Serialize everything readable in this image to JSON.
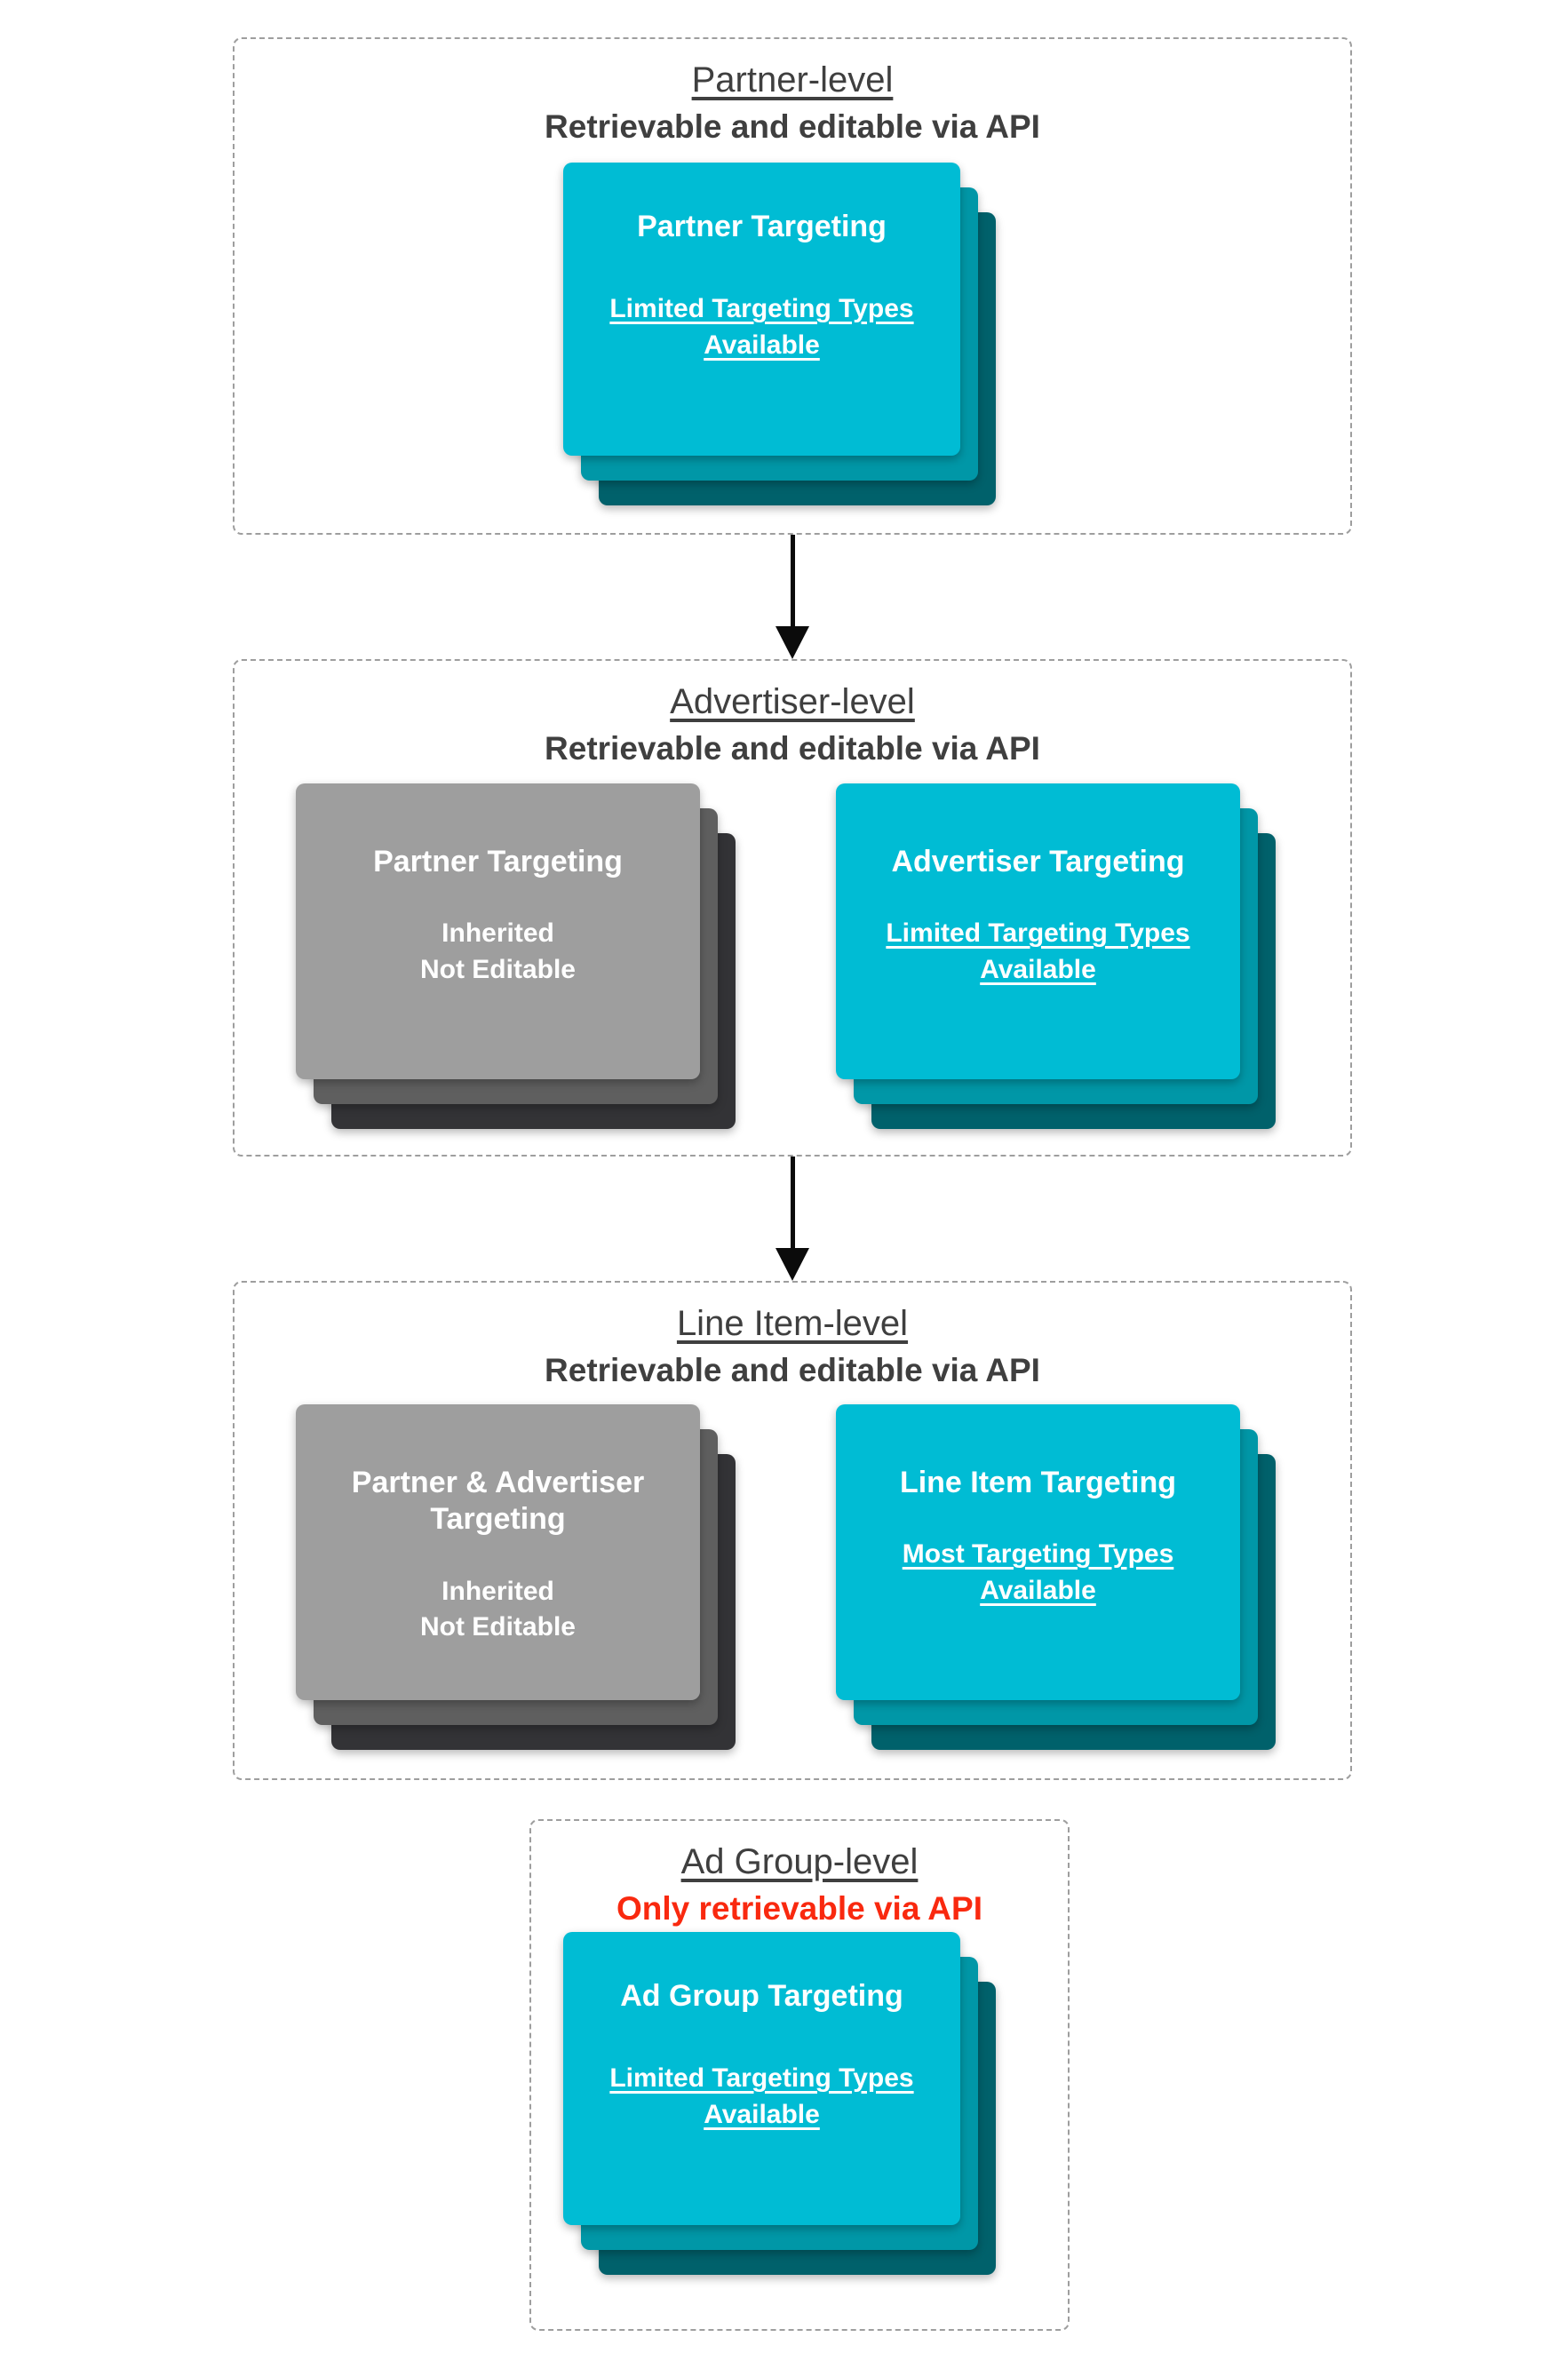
{
  "colors": {
    "card_cyan_top": "#00bcd4",
    "card_cyan_mid": "#0097a7",
    "card_cyan_dark": "#00616b",
    "card_gray_top": "#9e9e9e",
    "card_gray_mid": "#5f5f5f",
    "card_gray_dark": "#333336",
    "header_text": "#3f3f3f",
    "warning_red": "#f9290f",
    "dashed_border": "#9e9e9e",
    "arrow_black": "#0b0b0b"
  },
  "sections": [
    {
      "name": "partner-level",
      "title": "Partner-level",
      "subtitle": "Retrievable and editable via API",
      "cards": [
        {
          "variant": "cyan",
          "title": "Partner Targeting",
          "subtitle": "Limited Targeting Types Available"
        }
      ]
    },
    {
      "name": "advertiser-level",
      "title": "Advertiser-level",
      "subtitle": "Retrievable and editable via API",
      "cards": [
        {
          "variant": "gray",
          "title": "Partner Targeting",
          "line1": "Inherited",
          "line2": "Not Editable"
        },
        {
          "variant": "cyan",
          "title": "Advertiser Targeting",
          "subtitle": "Limited Targeting Types Available"
        }
      ]
    },
    {
      "name": "line-item-level",
      "title": "Line Item-level",
      "subtitle": "Retrievable and editable via API",
      "cards": [
        {
          "variant": "gray",
          "title": "Partner & Advertiser Targeting",
          "line1": "Inherited",
          "line2": "Not Editable"
        },
        {
          "variant": "cyan",
          "title": "Line Item Targeting",
          "subtitle": "Most Targeting Types Available"
        }
      ]
    },
    {
      "name": "ad-group-level",
      "title": "Ad Group-level",
      "subtitle": "Only retrievable via API",
      "cards": [
        {
          "variant": "cyan",
          "title": "Ad Group Targeting",
          "subtitle": "Limited Targeting Types Available"
        }
      ]
    }
  ]
}
